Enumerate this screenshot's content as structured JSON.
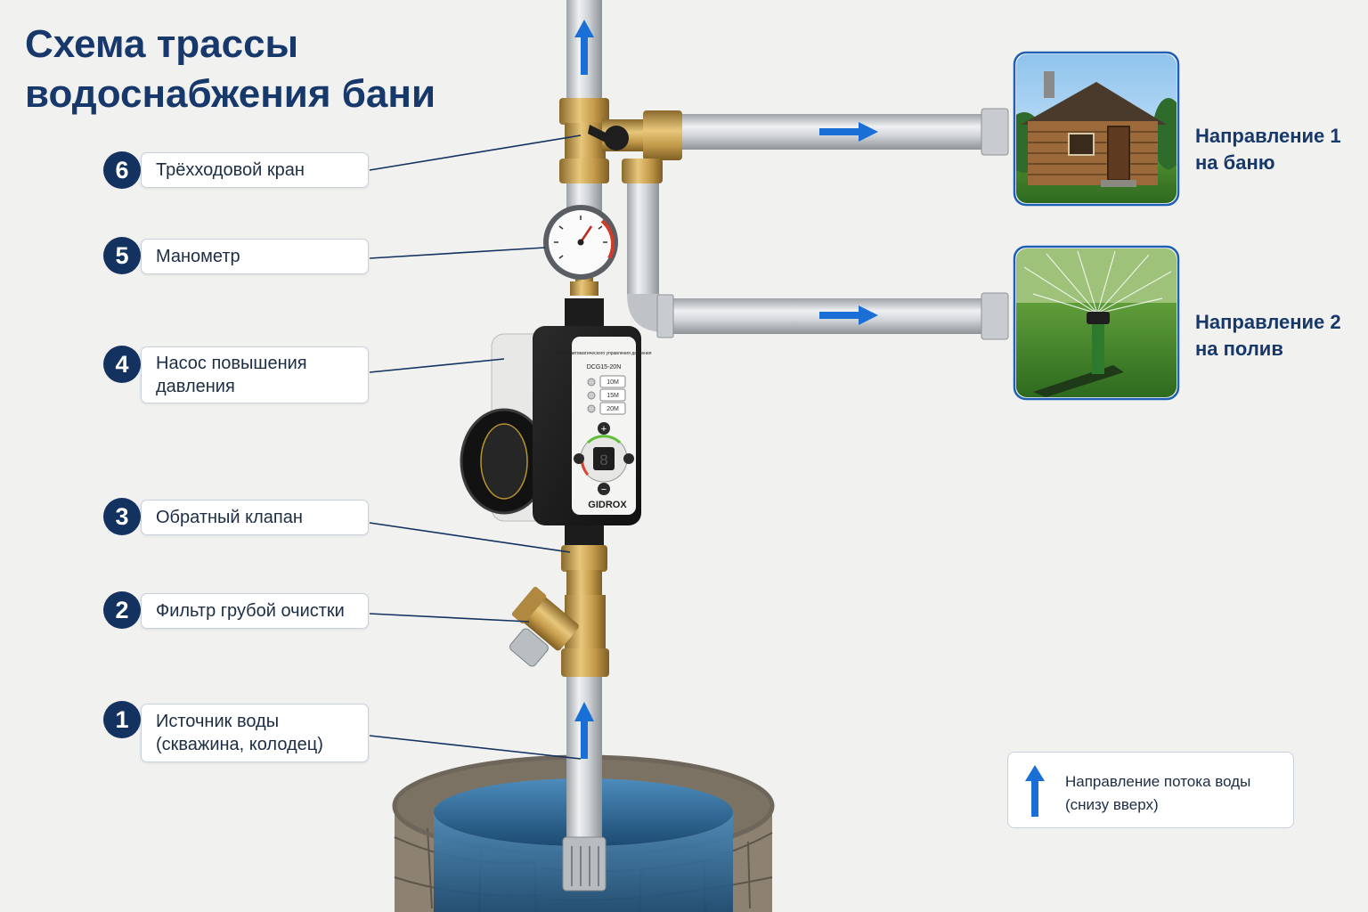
{
  "title": {
    "line1": "Схема трассы",
    "line2": "водоснабжения бани"
  },
  "components": [
    {
      "number": "6",
      "line1": "Трёхходовой кран",
      "line2": ""
    },
    {
      "number": "5",
      "line1": "Манометр",
      "line2": ""
    },
    {
      "number": "4",
      "line1": "Насос повышения",
      "line2": "давления"
    },
    {
      "number": "3",
      "line1": "Обратный клапан",
      "line2": ""
    },
    {
      "number": "2",
      "line1": "Фильтр грубой очистки",
      "line2": ""
    },
    {
      "number": "1",
      "line1": "Источник воды",
      "line2": "(скважина, колодец)"
    }
  ],
  "destinations": [
    {
      "line1": "Направление 1",
      "line2": "на баню",
      "picture": "sauna-house-icon"
    },
    {
      "line1": "Направление 2",
      "line2": "на полив",
      "picture": "sprinkler-icon"
    }
  ],
  "legend": {
    "line1": "Направление потока воды",
    "line2": "(снизу вверх)",
    "icon": "arrow-up-icon"
  },
  "pump": {
    "brand": "GIDROX",
    "model": "DCG15-20N",
    "header": "Насос автоматического управления давления",
    "buttons": [
      "10M",
      "15M",
      "20M"
    ],
    "plus": "+",
    "minus": "−"
  },
  "colors": {
    "title": "#17386a",
    "badge": "#14325f",
    "arrow": "#1a6fd6",
    "pipe": "#c9ccd0",
    "brass": "#c49a4a",
    "water": "#2f6f9e",
    "stone": "#8d8272"
  }
}
